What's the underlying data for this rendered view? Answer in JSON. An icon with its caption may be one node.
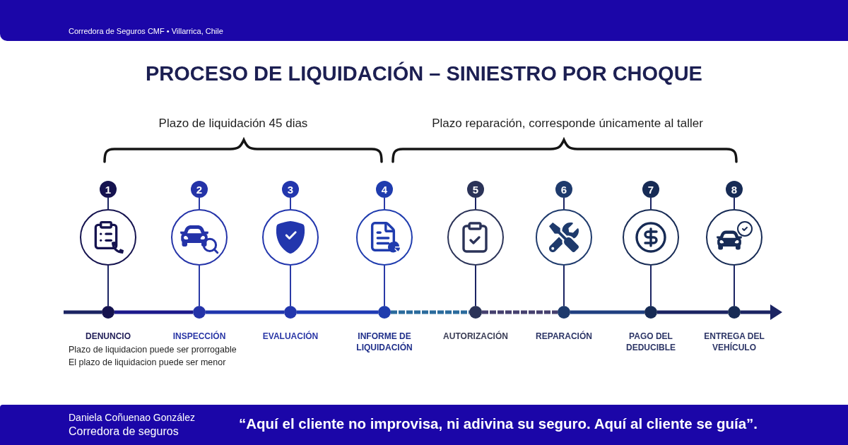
{
  "diagram": {
    "title": "PROCESO DE LIQUIDACIÓN – SINIESTRO POR CHOQUE",
    "nodes": [
      {
        "text": [
          "1"
        ]
      },
      {
        "text": [],
        "shape": "circle"
      },
      {
        "text": [],
        "shape": "circle",
        "beside": [
          "DENUNCIO"
        ]
      },
      {
        "text": [
          "2"
        ]
      },
      {
        "text": [],
        "shape": "circle"
      },
      {
        "text": [],
        "shape": "circle",
        "beside": [
          "INSPECCIÓN"
        ]
      },
      {
        "text": [
          "3"
        ]
      },
      {
        "text": [],
        "shape": "circle"
      },
      {
        "text": [],
        "shape": "circle",
        "beside": [
          "EVALUACIÓN"
        ]
      },
      {
        "text": [
          "4"
        ]
      },
      {
        "text": [],
        "shape": "circle"
      },
      {
        "text": [],
        "shape": "circle",
        "beside": [
          "INFORME DE LIQUIDACIÓN"
        ]
      },
      {
        "text": [
          "5"
        ]
      },
      {
        "text": [],
        "shape": "circle"
      },
      {
        "text": [],
        "shape": "circle",
        "beside": [
          "AUTORIZACIÓN"
        ]
      },
      {
        "text": [
          "6"
        ]
      },
      {
        "text": [],
        "shape": "circle"
      },
      {
        "text": [],
        "shape": "circle",
        "beside": [
          "REPARACIÓN"
        ]
      },
      {
        "text": [
          "7"
        ]
      },
      {
        "text": [],
        "shape": "circle"
      },
      {
        "text": [],
        "shape": "circle",
        "beside": [
          "PAGO DEL DEDUCIBLE"
        ]
      },
      {
        "text": [
          "8"
        ]
      },
      {
        "text": [],
        "shape": "circle"
      },
      {
        "text": [],
        "shape": "circle",
        "beside": [
          "ENTREGA DEL VEHÍCULO"
        ]
      }
    ],
    "edges": [
      {
        "from": 0,
        "to": 1,
        "arrow": "none"
      },
      {
        "from": 1,
        "to": 2,
        "arrow": "none"
      },
      {
        "from": 3,
        "to": 4,
        "arrow": "none",
        "color": "#2a3aa6"
      },
      {
        "from": 4,
        "to": 5,
        "arrow": "none",
        "color": "#2a3aa6"
      },
      {
        "from": 6,
        "to": 7,
        "arrow": "none",
        "color": "#2a3aa6"
      },
      {
        "from": 7,
        "to": 8,
        "arrow": "none",
        "color": "#2a3aa6"
      },
      {
        "from": 9,
        "to": 10,
        "arrow": "none",
        "color": "#2a3aa6"
      },
      {
        "from": 10,
        "to": 11,
        "arrow": "none",
        "color": "#2a3aa6"
      },
      {
        "from": 12,
        "to": 13,
        "arrow": "none"
      },
      {
        "from": 13,
        "to": 14,
        "arrow": "none"
      },
      {
        "from": 15,
        "to": 16,
        "arrow": "none"
      },
      {
        "from": 16,
        "to": 17,
        "arrow": "none"
      },
      {
        "from": 18,
        "to": 19,
        "arrow": "none"
      },
      {
        "from": 19,
        "to": 20,
        "arrow": "none"
      },
      {
        "from": 21,
        "to": 22,
        "arrow": "none"
      },
      {
        "from": 22,
        "to": 23,
        "arrow": "none"
      },
      {
        "from": null,
        "to": 2,
        "arrow": "none",
        "style": "thick"
      },
      {
        "from": 2,
        "to": 5,
        "arrow": "none",
        "style": "thick",
        "color": "#1c1a8c"
      },
      {
        "from": 5,
        "to": 8,
        "arrow": "none",
        "style": "thick",
        "color": "#1f36ad"
      },
      {
        "from": 8,
        "to": 11,
        "arrow": "none",
        "style": "thick",
        "color": "#1f3bb5"
      },
      {
        "from": 11,
        "to": 14,
        "arrow": "none",
        "style": "dashed",
        "color": "#2a6b9c"
      },
      {
        "from": 14,
        "to": 17,
        "arrow": "none",
        "style": "dashed",
        "color": "#45406e"
      },
      {
        "from": 17,
        "to": 20,
        "arrow": "none",
        "style": "thick",
        "color": "#1f3f80"
      },
      {
        "from": 20,
        "to": 23,
        "arrow": "none",
        "style": "thick"
      },
      {
        "from": 23,
        "to": null,
        "arrow": "to",
        "style": "thick"
      }
    ],
    "labels": [
      "Corredora de Seguros CMF • Villarrica, Chile",
      "Plazo de liquidación 45 dias",
      "Plazo reparación, corresponde únicamente al taller",
      "Plazo de liquidacion puede ser prorrogable",
      "El plazo de liquidacion puede ser menor",
      "Daniela Coñuenao González",
      "Corredora de seguros",
      "“Aquí el cliente no improvisa, ni adivina su seguro. Aquí al cliente se guía”."
    ]
  }
}
